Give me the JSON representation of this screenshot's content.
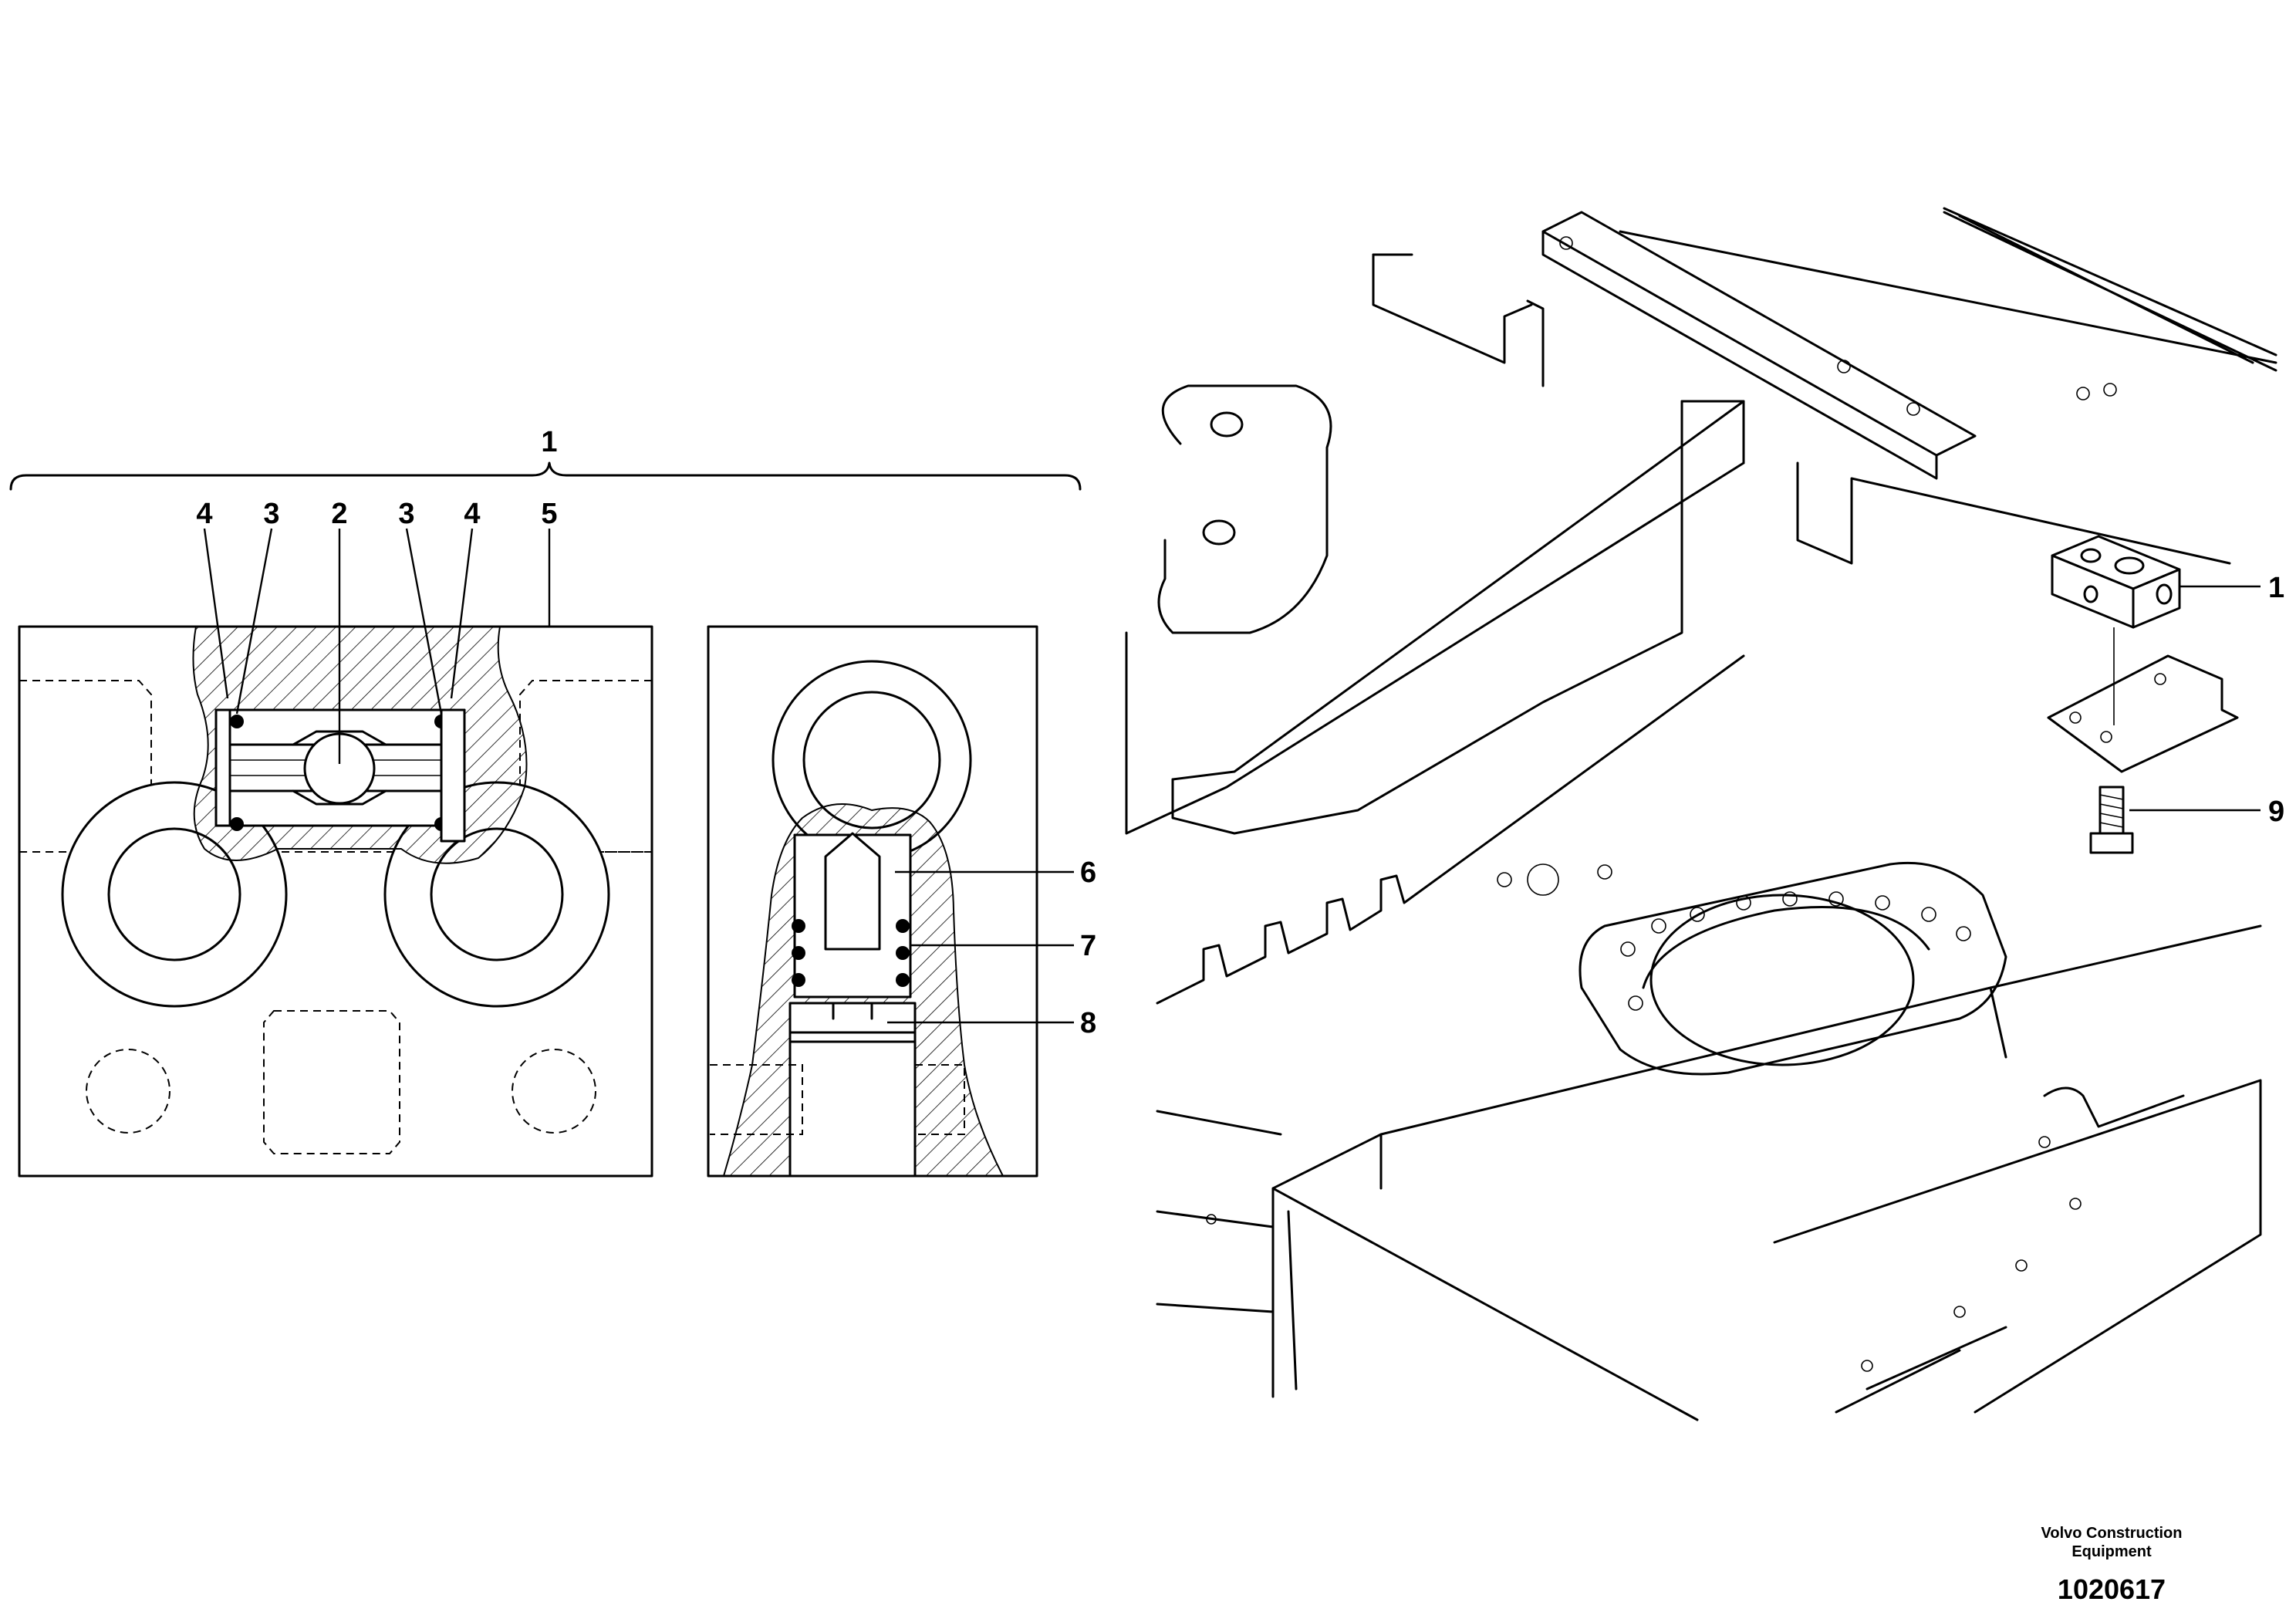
{
  "diagram": {
    "callouts": {
      "c1_top": "1",
      "c4_left": "4",
      "c3_left": "3",
      "c2": "2",
      "c3_right": "3",
      "c4_right": "4",
      "c5": "5",
      "c6": "6",
      "c7": "7",
      "c8": "8",
      "c1_right": "1",
      "c9": "9"
    }
  },
  "footer": {
    "company_line1": "Volvo Construction",
    "company_line2": "Equipment",
    "image_number": "1020617"
  }
}
